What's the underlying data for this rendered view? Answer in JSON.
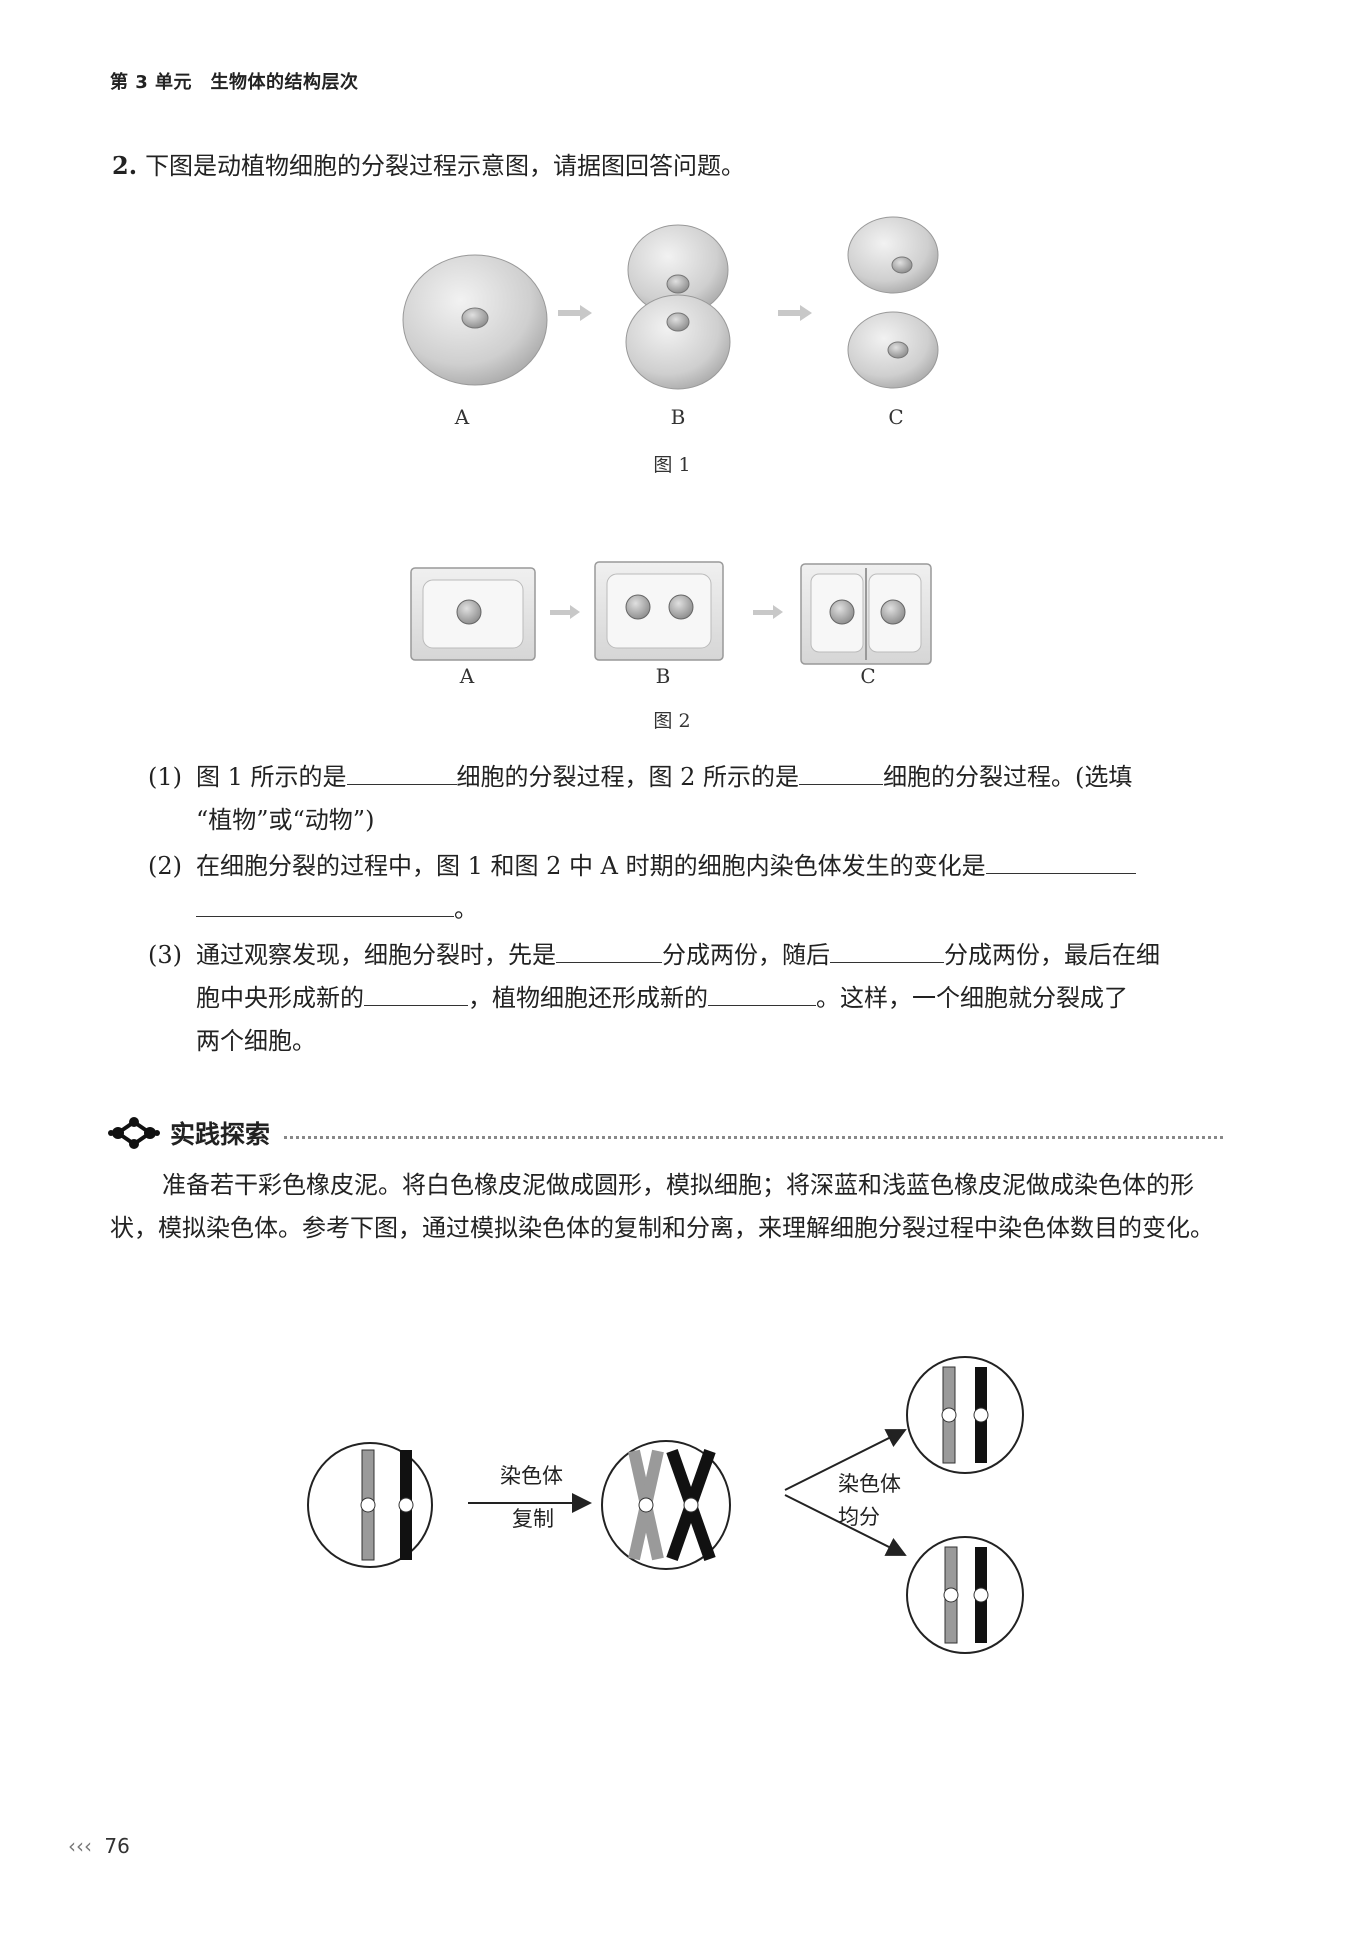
{
  "header": {
    "unit_title": "第 3 单元　生物体的结构层次"
  },
  "question2": {
    "number": "2.",
    "prompt": "下图是动植物细胞的分裂过程示意图，请据图回答问题。"
  },
  "figure1": {
    "labels": [
      "A",
      "B",
      "C"
    ],
    "caption": "图 1"
  },
  "figure2": {
    "labels": [
      "A",
      "B",
      "C"
    ],
    "caption": "图 2"
  },
  "subquestions": {
    "q1": {
      "index": "(1)",
      "part1": "图 1 所示的是",
      "part2": "细胞的分裂过程，图 2 所示的是",
      "part3": "细胞的分裂过程。(选填",
      "line2": "“植物”或“动物”)"
    },
    "q2": {
      "index": "(2)",
      "part1": "在细胞分裂的过程中，图 1 和图 2 中 A 时期的细胞内染色体发生的变化是",
      "end": "。"
    },
    "q3": {
      "index": "(3)",
      "part1": "通过观察发现，细胞分裂时，先是",
      "part2": "分成两份，随后",
      "part3": "分成两份，最后在细",
      "line2a": "胞中央形成新的",
      "line2b": "，植物细胞还形成新的",
      "line2c": "。这样，一个细胞就分裂成了",
      "line3": "两个细胞。"
    }
  },
  "practice": {
    "title": "实践探索",
    "paragraph": "准备若干彩色橡皮泥。将白色橡皮泥做成圆形，模拟细胞；将深蓝和浅蓝色橡皮泥做成染色体的形状，模拟染色体。参考下图，通过模拟染色体的复制和分离，来理解细胞分裂过程中染色体数目的变化。"
  },
  "diagram": {
    "arrow1_line1": "染色体",
    "arrow1_line2": "复制",
    "arrow2_line1": "染色体",
    "arrow2_line2": "均分"
  },
  "footer": {
    "page_marker": "‹‹‹",
    "page_number": "76"
  }
}
